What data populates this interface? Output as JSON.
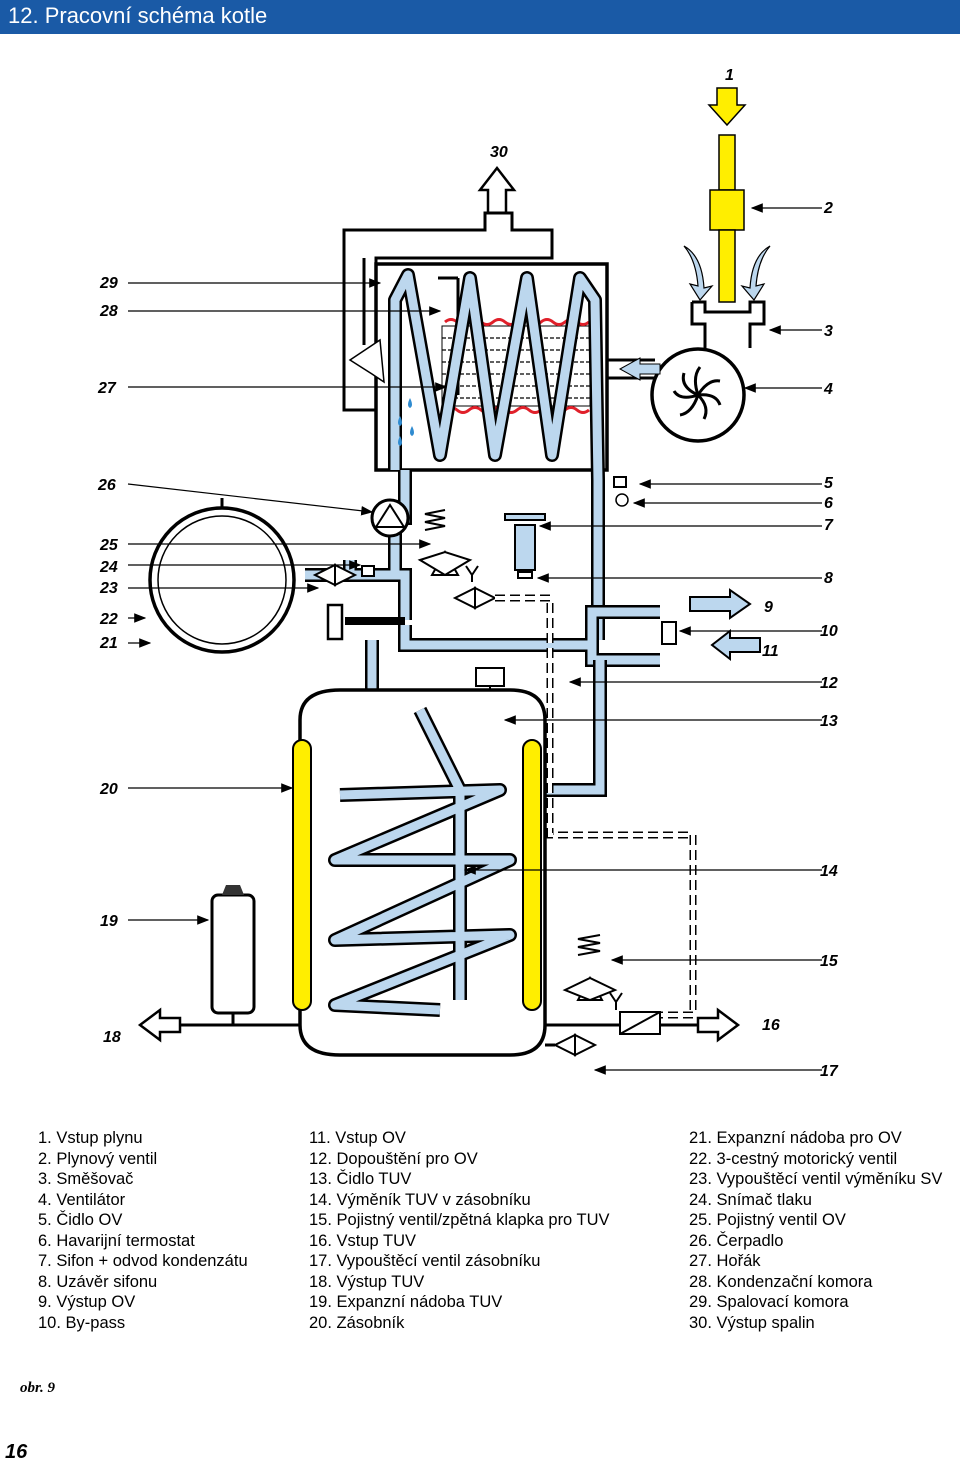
{
  "title": "12. Pracovní schéma kotle",
  "callouts": [
    "1",
    "2",
    "3",
    "4",
    "5",
    "6",
    "7",
    "8",
    "9",
    "10",
    "11",
    "12",
    "13",
    "14",
    "15",
    "16",
    "17",
    "18",
    "19",
    "20",
    "21",
    "22",
    "23",
    "24",
    "25",
    "26",
    "27",
    "28",
    "29",
    "30"
  ],
  "legend": {
    "col1": [
      "1. Vstup plynu",
      "2. Plynový ventil",
      "3. Směšovač",
      "4. Ventilátor",
      "5. Čidlo OV",
      "6. Havarijní termostat",
      "7. Sifon + odvod kondenzátu",
      "8. Uzávěr sifonu",
      "9. Výstup OV",
      "10. By-pass"
    ],
    "col2": [
      "11. Vstup OV",
      "12. Dopouštění pro OV",
      "13. Čidlo TUV",
      "14. Výměník TUV v zásobníku",
      "15. Pojistný ventil/zpětná klapka pro TUV",
      "16. Vstup TUV",
      "17. Vypouštěcí ventil zásobníku",
      "18. Výstup TUV",
      "19. Expanzní nádoba TUV",
      "20. Zásobník"
    ],
    "col3": [
      "21. Expanzní nádoba pro OV",
      "22. 3-cestný motorický ventil",
      "23. Vypouštěcí ventil výměníku SV",
      "24. Snímač tlaku",
      "25. Pojistný ventil OV",
      "26. Čerpadlo",
      "27. Hořák",
      "28. Kondenzační komora",
      "29. Spalovací komora",
      "30. Výstup spalin"
    ]
  },
  "figure_label": "obr. 9",
  "page_number": "16",
  "colors": {
    "title_bar": "#1a5aa6",
    "pipe": "#bcd7ee",
    "gas": "#ffee00",
    "water_drop": "#2f8bd0",
    "flame": "#e0202a"
  },
  "icons": [
    "gas-arrow-icon",
    "fan-icon",
    "pump-icon",
    "valve-icon",
    "drop-icon"
  ]
}
